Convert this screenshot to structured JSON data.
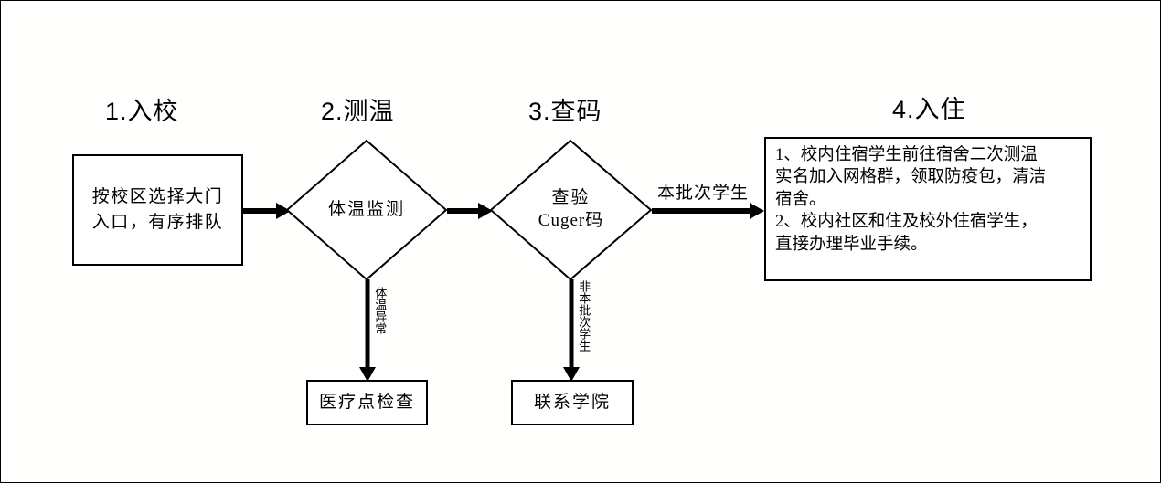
{
  "headings": [
    {
      "name": "step-1",
      "text": "1.入校"
    },
    {
      "name": "step-2",
      "text": "2.测温"
    },
    {
      "name": "step-3",
      "text": "3.查码"
    },
    {
      "name": "step-4",
      "text": "4.入住"
    }
  ],
  "nodes": {
    "entry": {
      "text": "按校区选择大门\n入口，有序排队"
    },
    "temperature_check": {
      "line1": "体温监测"
    },
    "code_check": {
      "line1": "查验",
      "line2": "Cuger码"
    },
    "medical_point": {
      "text": "医疗点检查"
    },
    "contact_college": {
      "text": "联系学院"
    }
  },
  "info_box": {
    "lines": [
      "1、校内住宿学生前往宿舍二次测温",
      "实名加入网格群，领取防疫包，清洁",
      "宿舍。",
      "2、校内社区和住及校外住宿学生，",
      "直接办理毕业手续。"
    ]
  },
  "edge_labels": {
    "abnormal_temperature": "体温异常",
    "not_this_batch": "非本批次学生",
    "this_batch": "本批次学生"
  },
  "colors": {
    "stroke": "#000000",
    "background": "#ffffff"
  }
}
